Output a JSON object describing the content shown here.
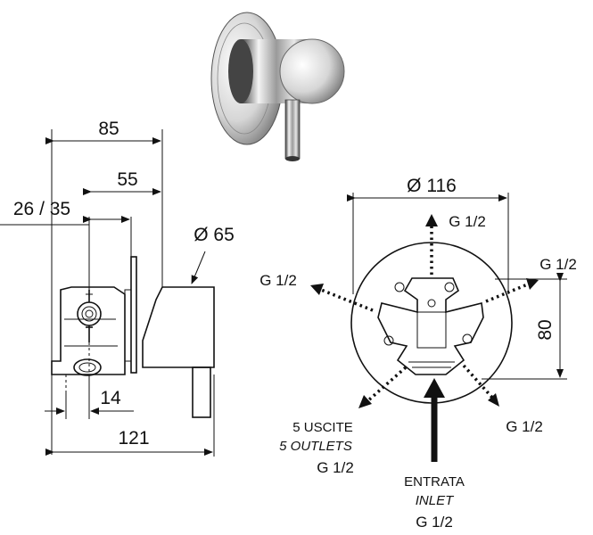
{
  "side_view": {
    "dim_total_depth": "85",
    "dim_body_depth": "55",
    "dim_wall_range": "26 / 35",
    "dim_plate_diameter": "Ø 65",
    "dim_offset": "14",
    "dim_total_width": "121"
  },
  "front_view": {
    "dim_diameter": "Ø 116",
    "dim_height": "80",
    "thread_top": "G 1/2",
    "thread_left": "G 1/2",
    "thread_right": "G 1/2",
    "thread_bottom_right": "G 1/2",
    "outlets_it": "5 USCITE",
    "outlets_en": "5 OUTLETS",
    "outlets_thread": "G 1/2",
    "inlet_it": "ENTRATA",
    "inlet_en": "INLET",
    "inlet_thread": "G 1/2"
  }
}
